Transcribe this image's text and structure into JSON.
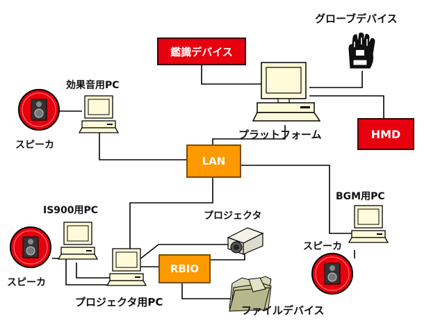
{
  "nodes": {
    "kanshiki": "鑑識デバイス",
    "glove": "グローブデバイス",
    "hmd": "HMD",
    "platform": "プラットフォーム",
    "lan": "LAN",
    "effect_pc": "効果音用PC",
    "speaker_left_top": "スピーカ",
    "is900_pc": "IS900用PC",
    "speaker_left_bottom": "スピーカ",
    "projector": "プロジェクタ",
    "rbio": "RBIO",
    "bgm_pc": "BGM用PC",
    "speaker_right": "スピーカ",
    "projector_pc": "プロジェクタ用PC",
    "file_device": "ファイルデバイス"
  },
  "colors": {
    "device_red": "#e8000e",
    "hub_orange": "#ff9900",
    "wire": "#000000"
  }
}
